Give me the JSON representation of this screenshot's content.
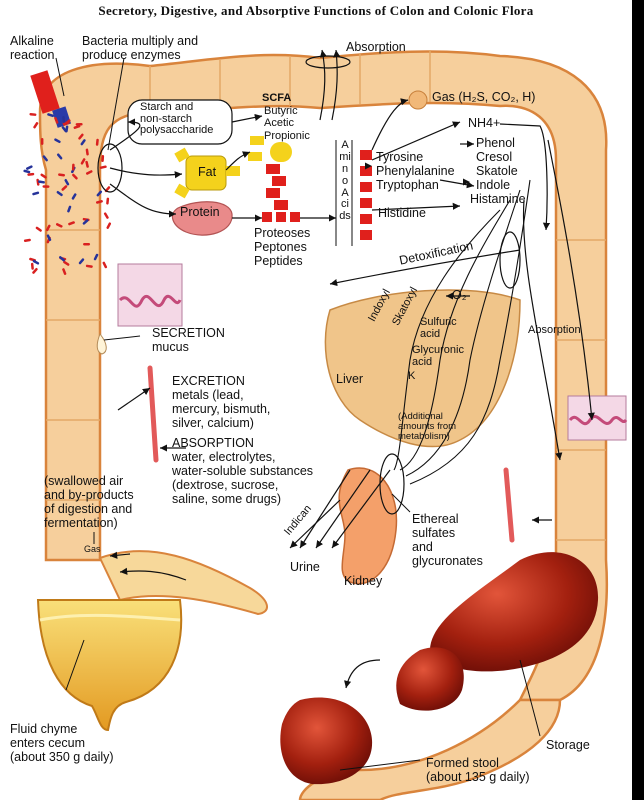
{
  "title": "Secretory, Digestive, and Absorptive Functions of Colon and Colonic Flora",
  "labels": {
    "alkaline": "Alkaline\nreaction",
    "bacteria": "Bacteria multiply and\nproduce enzymes",
    "starch": "Starch and\nnon-starch\npolysaccharide",
    "scfa_title": "SCFA",
    "scfa_list": "Butyric\nAcetic\nPropionic",
    "absorption_top": "Absorption",
    "gas": "Gas (H₂S, CO₂, H)",
    "nh4": "NH4+",
    "fat": "Fat",
    "protein": "Protein",
    "proteoses": "Proteoses\nPeptones\nPeptides",
    "amino_acids": "Amino Acids",
    "aa_list": "Tyrosine\nPhenylalanine\nTryptophan",
    "histidine": "Histidine",
    "products": "Phenol\nCresol\nSkatole\nIndole",
    "histamine": "Histamine",
    "detoxification": "Detoxification",
    "indoxyl": "Indoxyl",
    "skatoxyl": "Skatoxyl",
    "o2": "O₂",
    "sulfuric": "Sulfuric\nacid",
    "glycuronic": "Glycuronic\nacid",
    "k": "K",
    "liver": "Liver",
    "absorption_right": "Absorption",
    "additional": "(Additional\namounts from\nmetabolism)",
    "secretion": "SECRETION\nmucus",
    "excretion": "EXCRETION\nmetals (lead,\nmercury, bismuth,\nsilver, calcium)",
    "absorption_mid": "ABSORPTION\nwater, electrolytes,\nwater-soluble substances\n(dextrose, sucrose,\nsaline, some drugs)",
    "swallowed": "(swallowed air\nand by-products\nof digestion and\nfermentation)",
    "gas_small": "Gas",
    "indican": "Indican",
    "urine": "Urine",
    "kidney": "Kidney",
    "ethereal": "Ethereal\nsulfates\nand\nglycuronates",
    "fluid_chyme": "Fluid chyme\nenters cecum\n(about 350 g daily)",
    "storage": "Storage",
    "formed_stool": "Formed stool\n(about 135 g daily)"
  },
  "colors": {
    "colon": "#f6cf9c",
    "colon_edge": "#d9843c",
    "liver": "#f0c58a",
    "stool": "#a3200f",
    "cecum": "#f2b53a",
    "blocks": "#e0201c",
    "fat": "#f4d21c",
    "protein": "#e98a8a",
    "bacteria_red": "#d92020",
    "bacteria_blue": "#26339a"
  }
}
